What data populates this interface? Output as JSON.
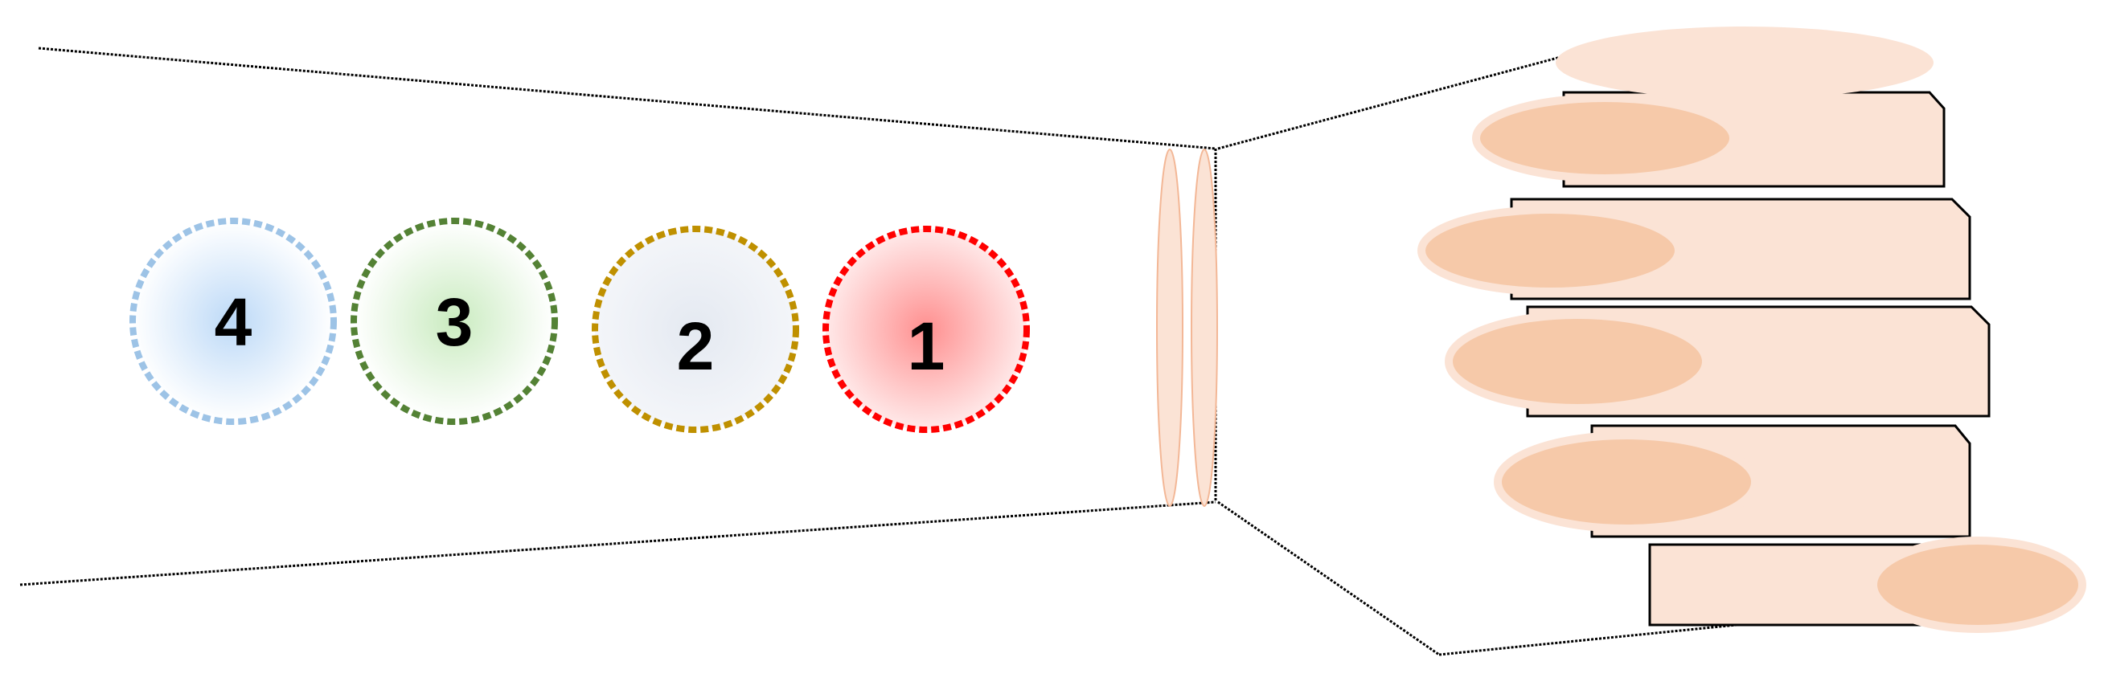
{
  "colors": {
    "skin": "#fbe3d5",
    "nail": "#f6c9a9",
    "cuff_outline": "#f3b796",
    "outline": "#000000",
    "background": "#ffffff"
  },
  "markers": [
    {
      "label": "4",
      "fill": "#bcd9f7",
      "border": "#9dc3e6"
    },
    {
      "label": "3",
      "fill": "#c9ebbf",
      "border": "#548235"
    },
    {
      "label": "2",
      "fill": "#e4e9f1",
      "border": "#bf9000"
    },
    {
      "label": "1",
      "fill": "#ff8f8f",
      "border": "#ff0000"
    }
  ]
}
